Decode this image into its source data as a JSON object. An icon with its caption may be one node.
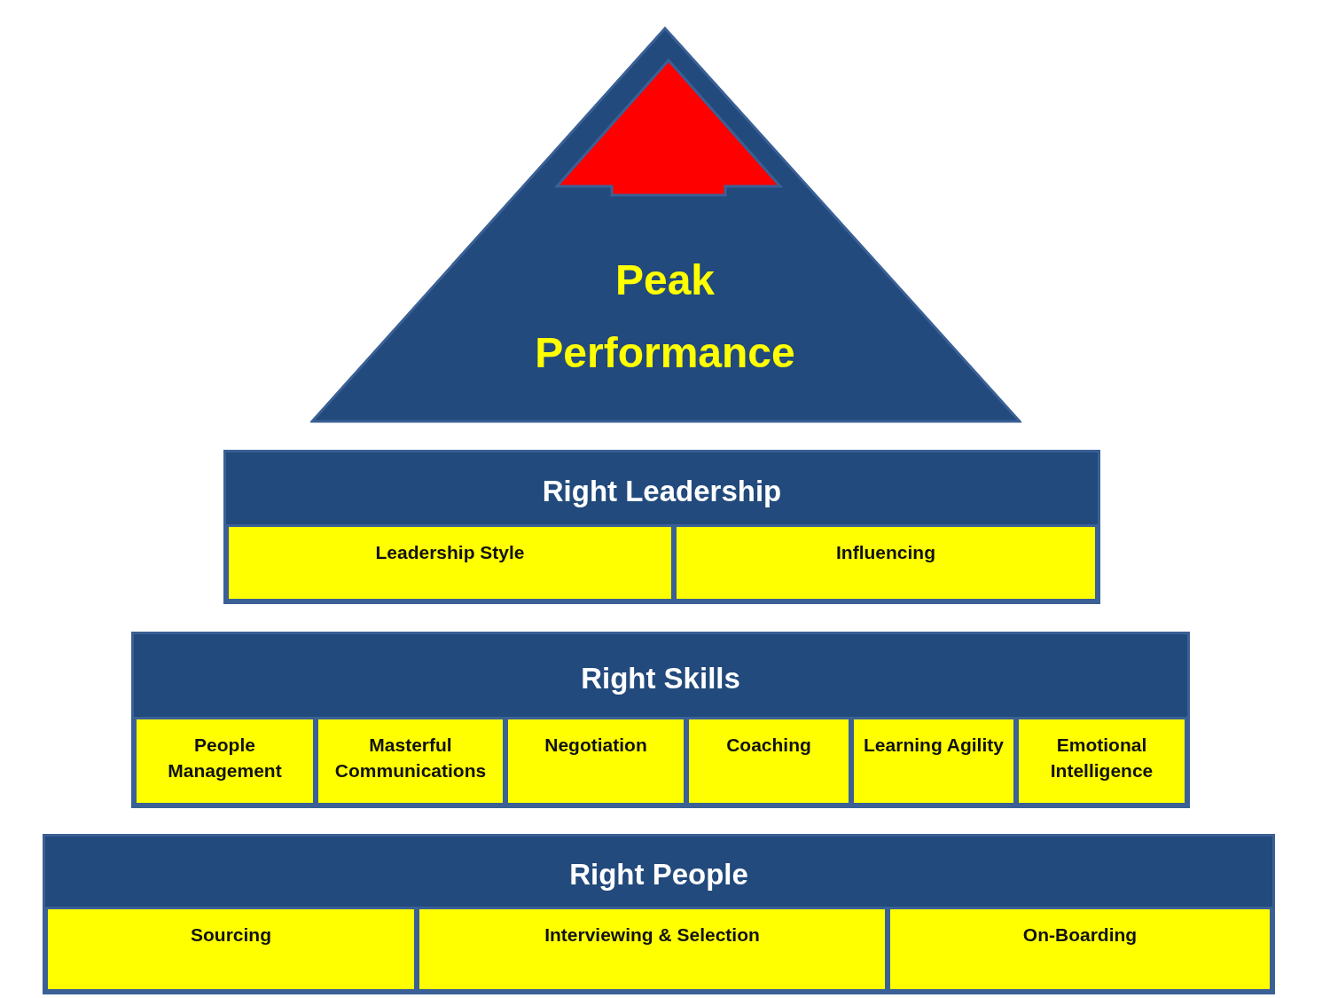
{
  "diagram": {
    "nodes": [
      {
        "text": [
          "Peak Performance"
        ]
      },
      {
        "text": [
          "Right Leadership"
        ]
      },
      {
        "text": [
          "Leadership Style"
        ],
        "in": 1
      },
      {
        "text": [
          "Influencing"
        ],
        "in": 1
      },
      {
        "text": [
          "Right Skills"
        ]
      },
      {
        "text": [
          "People Management"
        ],
        "in": 4
      },
      {
        "text": [
          "Masterful Communications"
        ],
        "in": 4
      },
      {
        "text": [
          "Negotiation"
        ],
        "in": 4
      },
      {
        "text": [
          "Coaching"
        ],
        "in": 4
      },
      {
        "text": [
          "Learning Agility"
        ],
        "in": 4
      },
      {
        "text": [
          "Emotional Intelligence"
        ],
        "in": 4
      },
      {
        "text": [
          "Right People"
        ]
      },
      {
        "text": [
          "Sourcing"
        ],
        "in": 11
      },
      {
        "text": [
          "Interviewing & Selection"
        ],
        "in": 11
      },
      {
        "text": [
          "On-Boarding"
        ],
        "in": 11
      }
    ],
    "edges": []
  }
}
